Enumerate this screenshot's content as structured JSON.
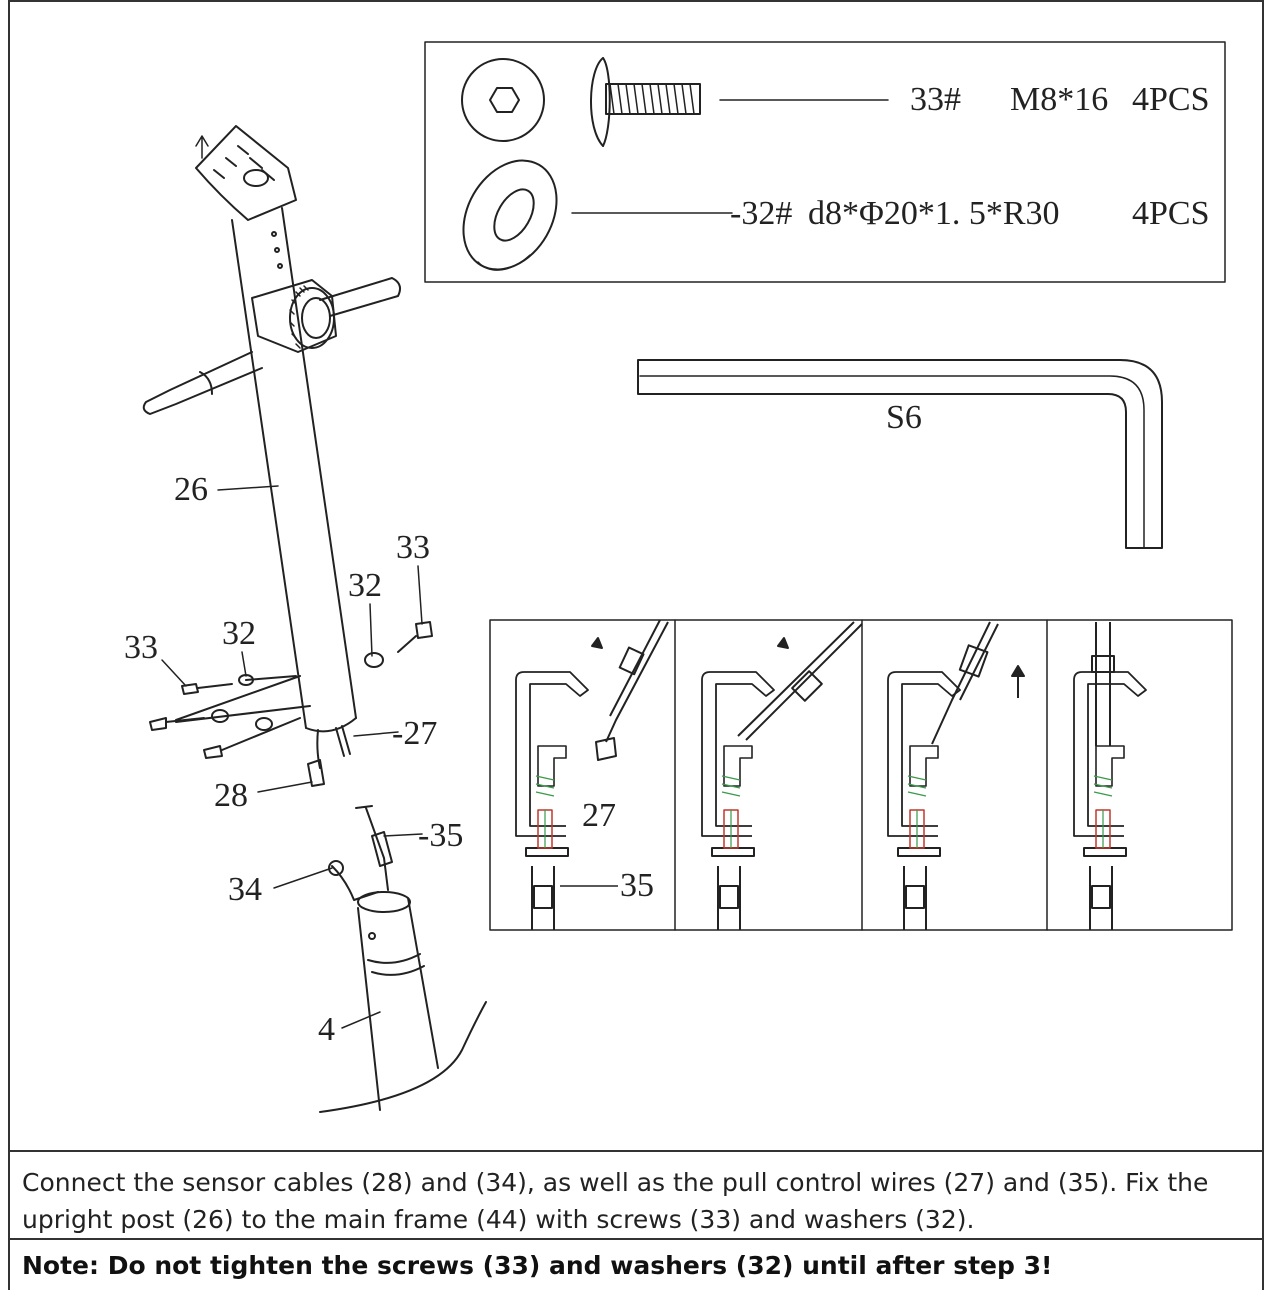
{
  "parts_box": {
    "row1": {
      "code": "33#",
      "spec": "M8*16",
      "qty": "4PCS"
    },
    "row2": {
      "code": "-32#",
      "spec": "d8*Φ20*1. 5*R30",
      "qty": "4PCS"
    }
  },
  "tool": {
    "label": "S6"
  },
  "callouts": {
    "c26": "26",
    "c33_right": "33",
    "c32_right": "32",
    "c33_left": "33",
    "c32_left": "32",
    "c27": "-27",
    "c28": "28",
    "c35": "-35",
    "c34": "34",
    "c4": "4"
  },
  "panel_callouts": {
    "c27": "27",
    "c35": "35"
  },
  "caption": "Connect the sensor cables (28) and (34), as well as the pull control wires (27) and (35). Fix the upright post (26) to the main frame (44) with screws (33) and washers (32).",
  "note": "Note: Do not tighten the screws (33) and washers (32) until after step 3!"
}
